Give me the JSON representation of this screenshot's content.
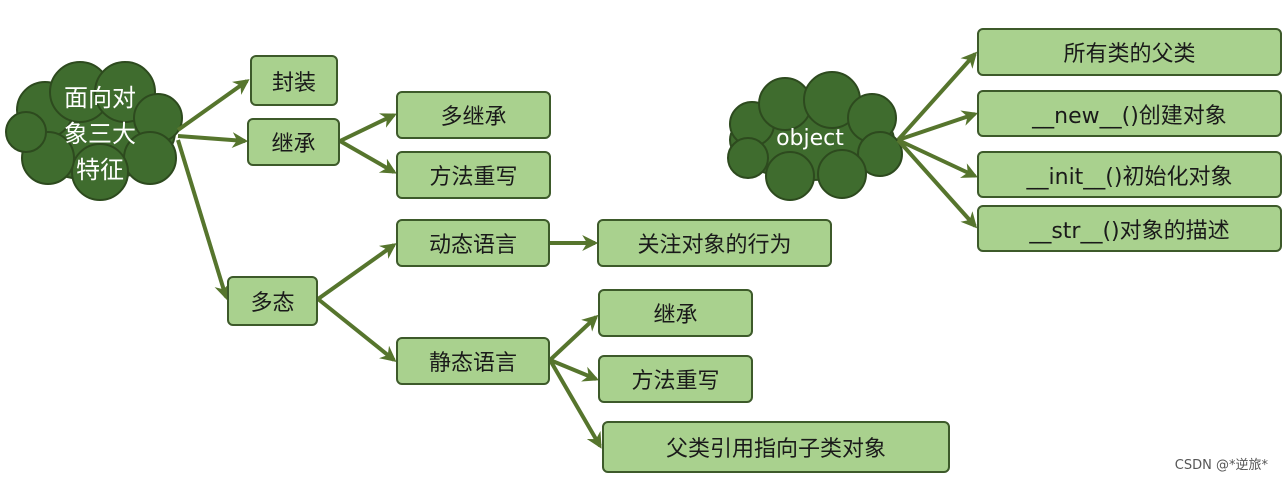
{
  "colors": {
    "box_fill": "#a9d18e",
    "box_border": "#3d5a2a",
    "cloud_fill": "#3f6c2e",
    "arrow": "#56752d"
  },
  "root": {
    "label": "面向对\n象三大\n特征",
    "children": {
      "encapsulation": "封装",
      "inheritance": {
        "label": "继承",
        "children": [
          "多继承",
          "方法重写"
        ]
      },
      "polymorphism": {
        "label": "多态",
        "dynamic": {
          "label": "动态语言",
          "children": [
            "关注对象的行为"
          ]
        },
        "static": {
          "label": "静态语言",
          "children": [
            "继承",
            "方法重写",
            "父类引用指向子类对象"
          ]
        }
      }
    }
  },
  "object": {
    "label": "object",
    "children": [
      "所有类的父类",
      "__new__()创建对象",
      "__init__()初始化对象",
      "__str__()对象的描述"
    ]
  },
  "watermark": "CSDN @*逆旅*"
}
